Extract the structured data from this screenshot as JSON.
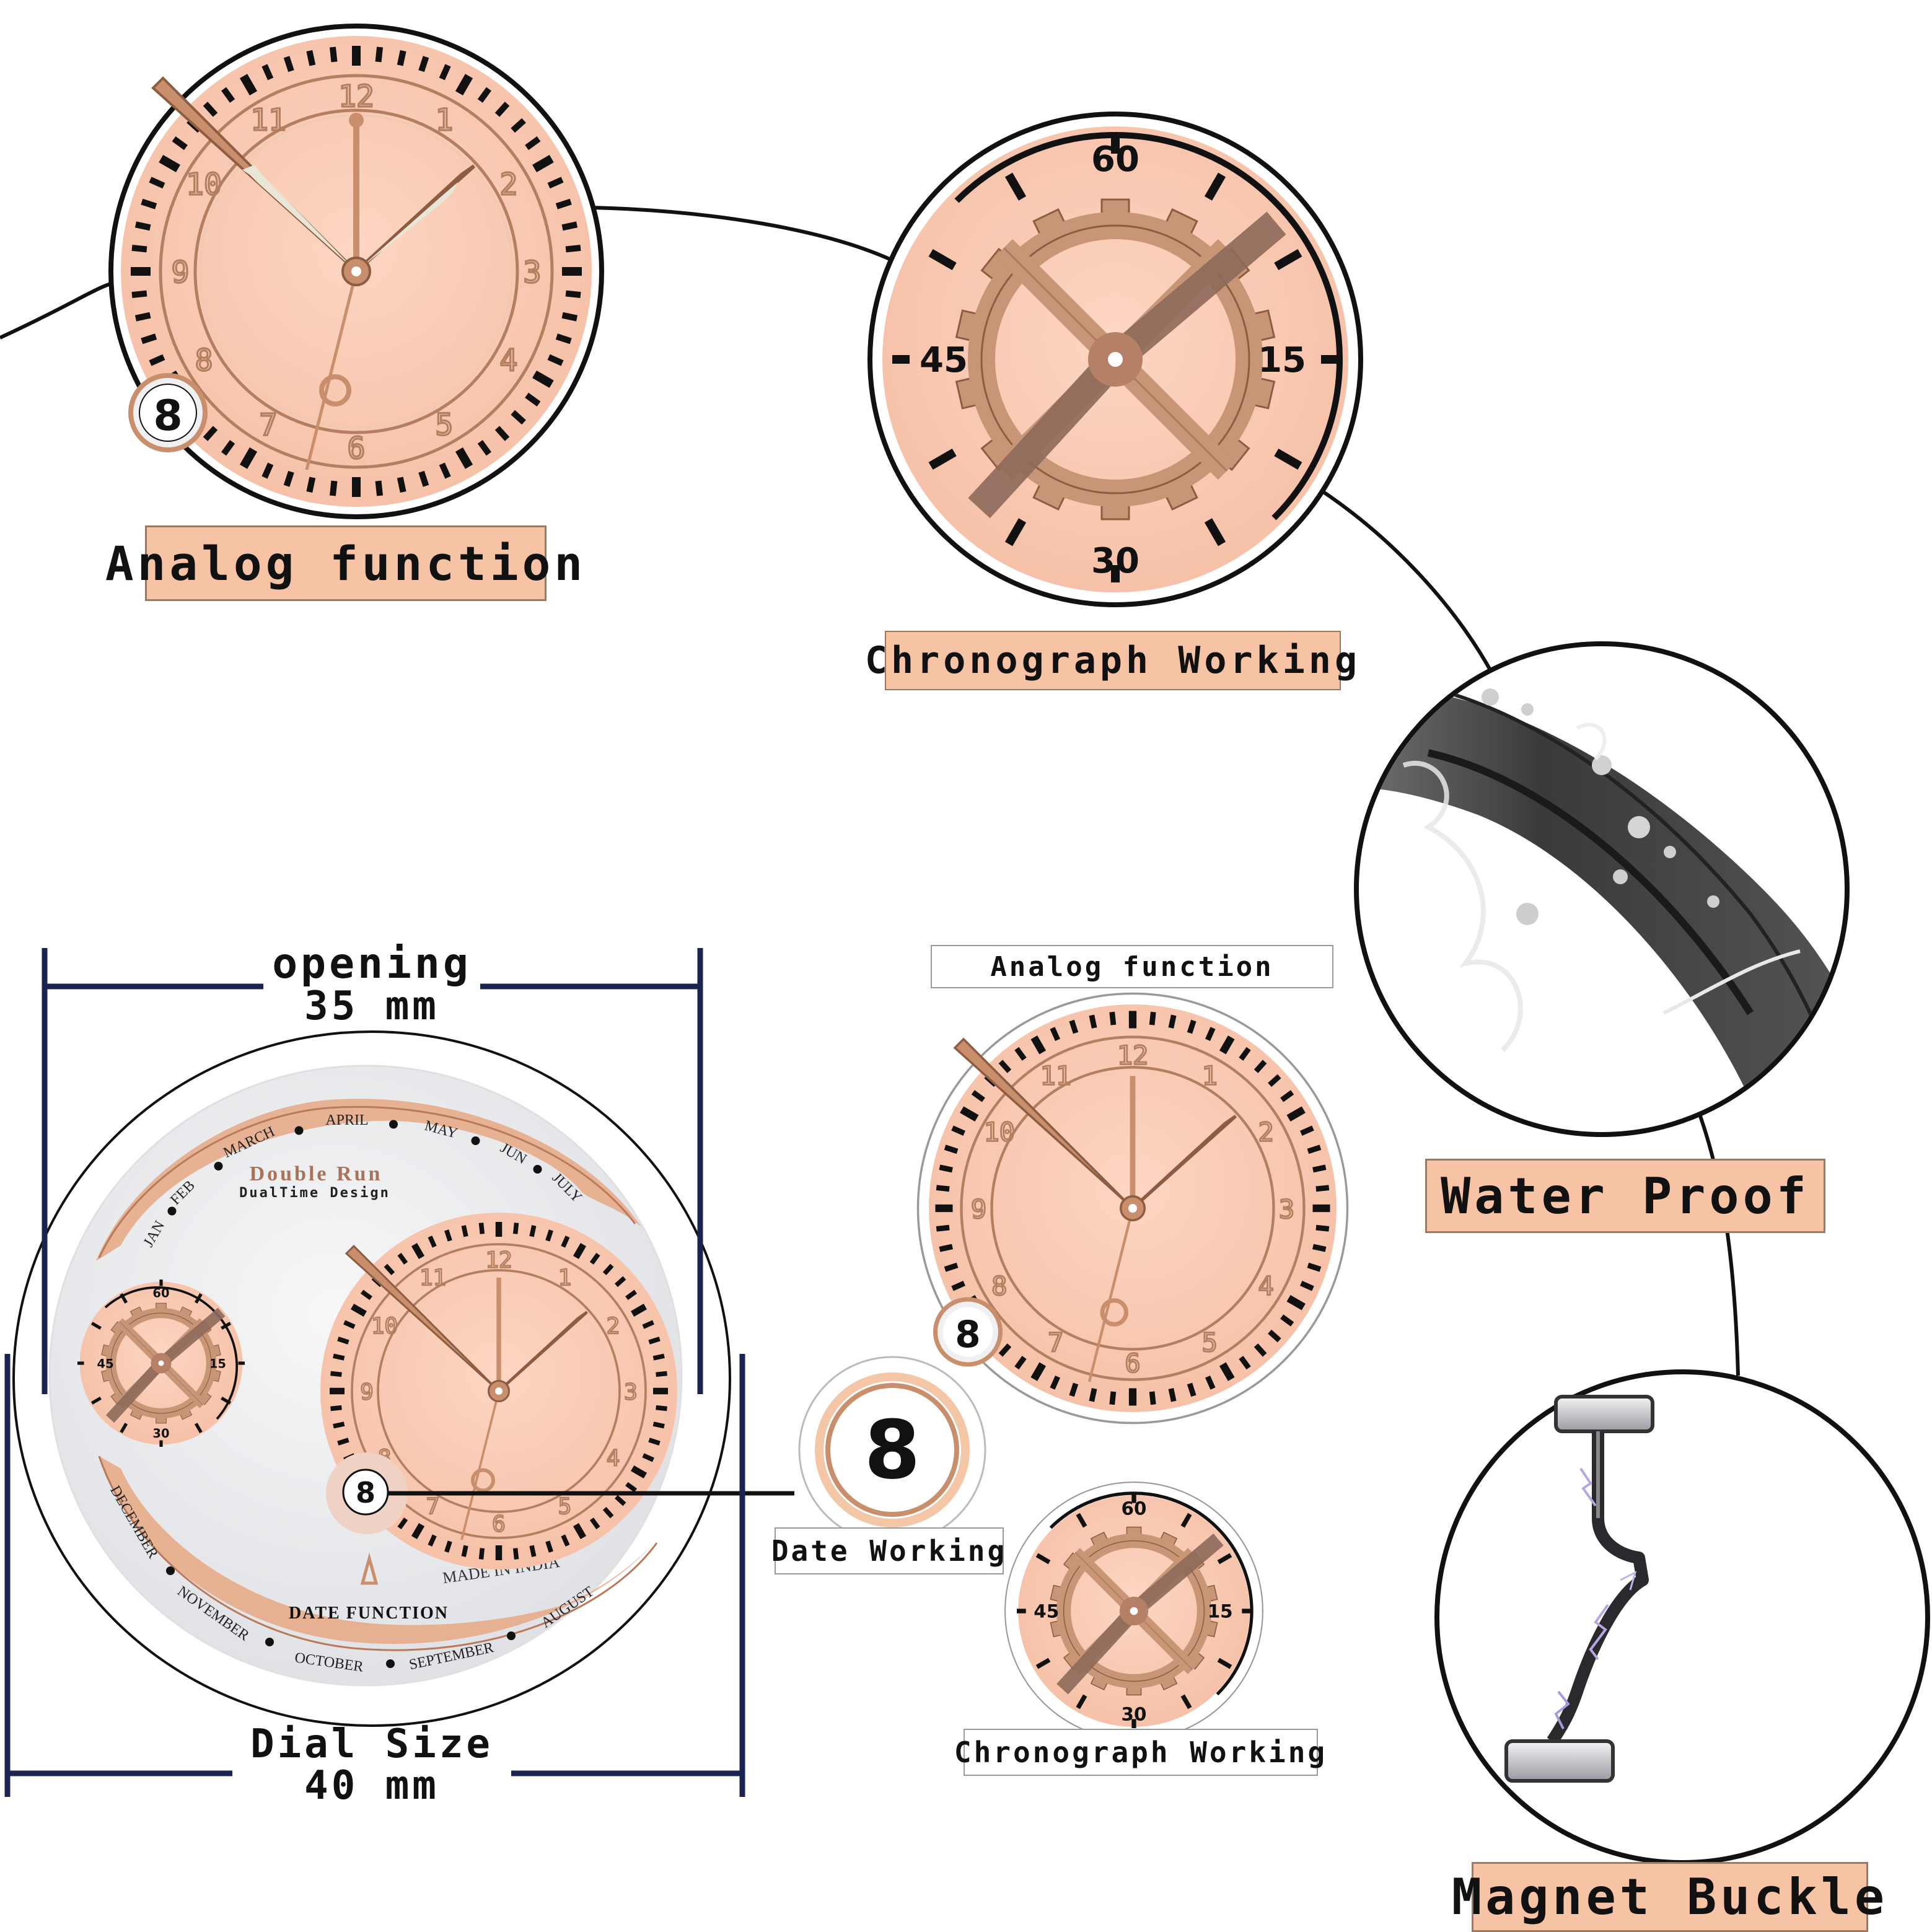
{
  "callouts": {
    "analog_top": "Analog function",
    "chrono_top": "Chronograph Working",
    "water": "Water Proof",
    "magnet": "Magnet Buckle",
    "analog_small": "Analog function",
    "chrono_small": "Chronograph Working",
    "date_working": "Date Working"
  },
  "dimensions": {
    "opening_label": "opening",
    "opening_value": "35 mm",
    "dial_label": "Dial Size",
    "dial_value": "40 mm"
  },
  "dial": {
    "brand": "Double Run",
    "sub_brand": "DualTime Design",
    "months_top": [
      "JAN",
      "FEB",
      "MARCH",
      "APRIL",
      "MAY",
      "JUN",
      "JULY"
    ],
    "months_bottom": [
      "DECEMBER",
      "NOVEMBER",
      "OCTOBER",
      "SEPTEMBER",
      "AUGUST"
    ],
    "made_in": "MADE IN INDIA",
    "date_function": "DATE FUNCTION",
    "date_value": "8"
  },
  "chronograph": {
    "markers": [
      "60",
      "15",
      "30",
      "45"
    ]
  },
  "clock_numerals": [
    "12",
    "1",
    "2",
    "3",
    "4",
    "5",
    "6",
    "7",
    "8",
    "9",
    "10",
    "11"
  ],
  "colors": {
    "dial_peach": "#fbcdb8",
    "rose_gold": "#d19a78",
    "rose_gold_dark": "#9c6a4d",
    "silver_dial": "#eceef0",
    "navy_dimension": "#1b2450",
    "strap_gray": "#3e3e3e"
  }
}
